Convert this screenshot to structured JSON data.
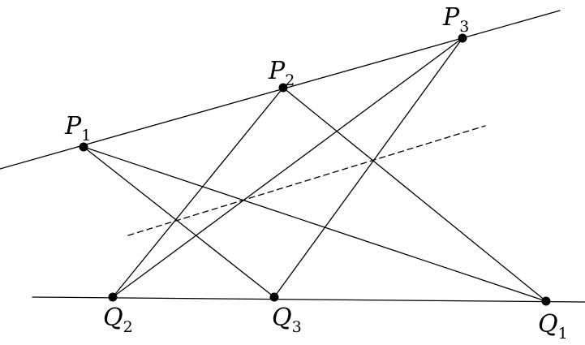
{
  "points": {
    "P1": {
      "letter": "P",
      "sub": "1"
    },
    "P2": {
      "letter": "P",
      "sub": "2"
    },
    "P3": {
      "letter": "P",
      "sub": "3"
    },
    "Q1": {
      "letter": "Q",
      "sub": "1"
    },
    "Q2": {
      "letter": "Q",
      "sub": "2"
    },
    "Q3": {
      "letter": "Q",
      "sub": "3"
    }
  },
  "colors": {
    "stroke": "#000000",
    "background": "#ffffff"
  }
}
